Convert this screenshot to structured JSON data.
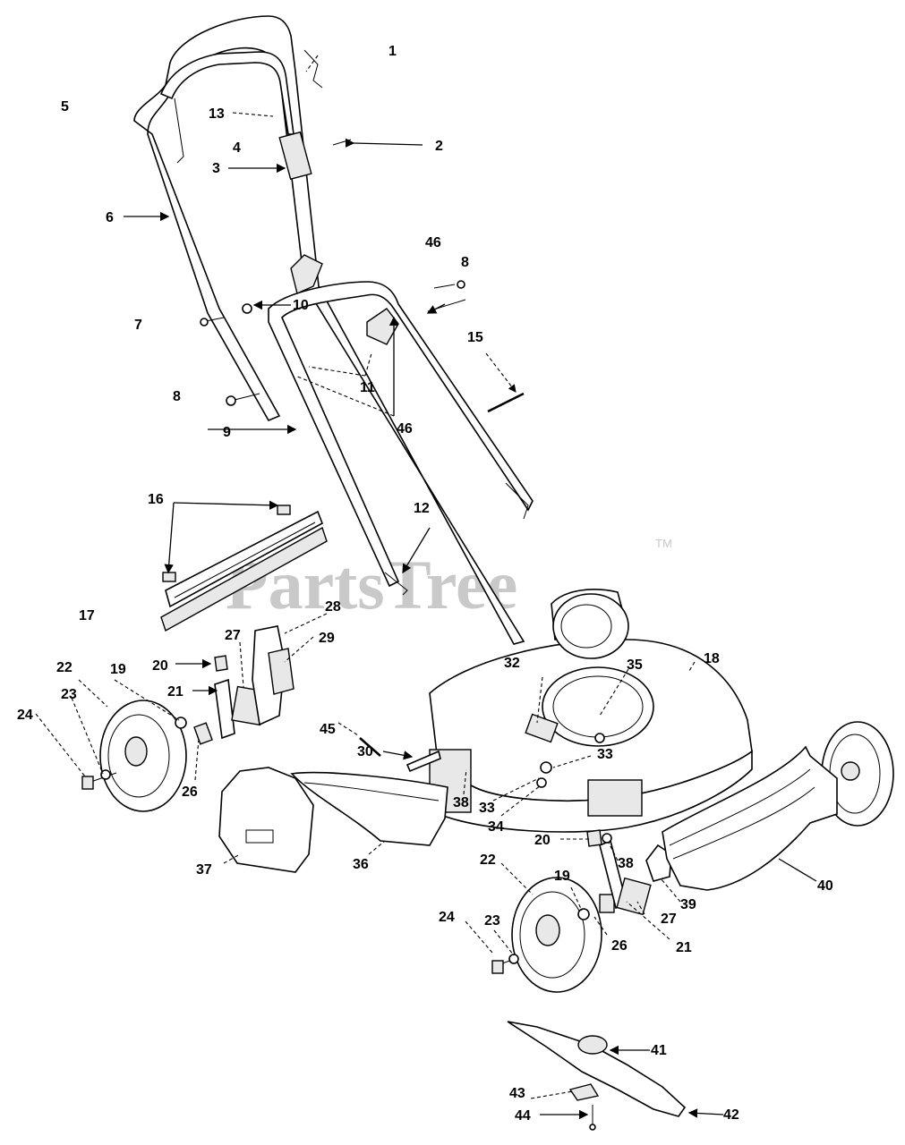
{
  "watermark": {
    "text": "PartsTree",
    "tm": "TM"
  },
  "callouts": [
    {
      "id": "c1",
      "text": "1"
    },
    {
      "id": "c2",
      "text": "2"
    },
    {
      "id": "c3",
      "text": "3"
    },
    {
      "id": "c4",
      "text": "4"
    },
    {
      "id": "c5",
      "text": "5"
    },
    {
      "id": "c6",
      "text": "6"
    },
    {
      "id": "c7",
      "text": "7"
    },
    {
      "id": "c8a",
      "text": "8"
    },
    {
      "id": "c8b",
      "text": "8"
    },
    {
      "id": "c9",
      "text": "9"
    },
    {
      "id": "c10",
      "text": "10"
    },
    {
      "id": "c11",
      "text": "11"
    },
    {
      "id": "c12",
      "text": "12"
    },
    {
      "id": "c13",
      "text": "13"
    },
    {
      "id": "c15",
      "text": "15"
    },
    {
      "id": "c16",
      "text": "16"
    },
    {
      "id": "c17",
      "text": "17"
    },
    {
      "id": "c18",
      "text": "18"
    },
    {
      "id": "c19a",
      "text": "19"
    },
    {
      "id": "c19b",
      "text": "19"
    },
    {
      "id": "c20a",
      "text": "20"
    },
    {
      "id": "c20b",
      "text": "20"
    },
    {
      "id": "c21a",
      "text": "21"
    },
    {
      "id": "c21b",
      "text": "21"
    },
    {
      "id": "c22a",
      "text": "22"
    },
    {
      "id": "c22b",
      "text": "22"
    },
    {
      "id": "c23a",
      "text": "23"
    },
    {
      "id": "c23b",
      "text": "23"
    },
    {
      "id": "c24a",
      "text": "24"
    },
    {
      "id": "c24b",
      "text": "24"
    },
    {
      "id": "c26a",
      "text": "26"
    },
    {
      "id": "c26b",
      "text": "26"
    },
    {
      "id": "c27a",
      "text": "27"
    },
    {
      "id": "c27b",
      "text": "27"
    },
    {
      "id": "c28",
      "text": "28"
    },
    {
      "id": "c29",
      "text": "29"
    },
    {
      "id": "c30",
      "text": "30"
    },
    {
      "id": "c32",
      "text": "32"
    },
    {
      "id": "c33a",
      "text": "33"
    },
    {
      "id": "c33b",
      "text": "33"
    },
    {
      "id": "c34",
      "text": "34"
    },
    {
      "id": "c35",
      "text": "35"
    },
    {
      "id": "c36",
      "text": "36"
    },
    {
      "id": "c37",
      "text": "37"
    },
    {
      "id": "c38a",
      "text": "38"
    },
    {
      "id": "c38b",
      "text": "38"
    },
    {
      "id": "c39",
      "text": "39"
    },
    {
      "id": "c40",
      "text": "40"
    },
    {
      "id": "c41",
      "text": "41"
    },
    {
      "id": "c42",
      "text": "42"
    },
    {
      "id": "c43",
      "text": "43"
    },
    {
      "id": "c44",
      "text": "44"
    },
    {
      "id": "c45",
      "text": "45"
    },
    {
      "id": "c46a",
      "text": "46"
    },
    {
      "id": "c46b",
      "text": "46"
    }
  ]
}
